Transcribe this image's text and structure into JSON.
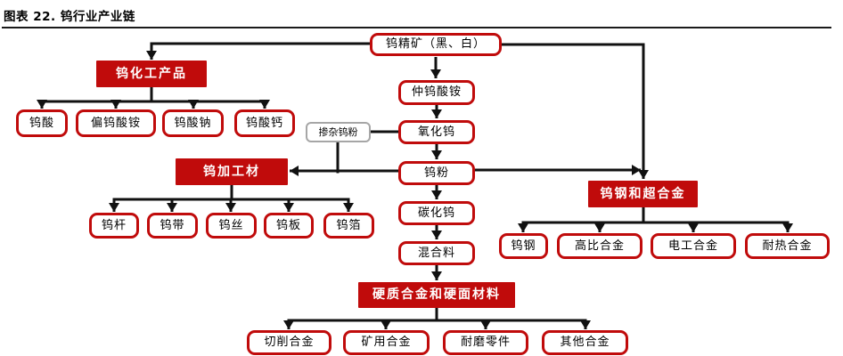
{
  "title": "图表 22. 钨行业产业链",
  "colors": {
    "red": "#c00b0b",
    "gray": "#a6a6a6",
    "line": "#111111"
  },
  "flow": {
    "root": "钨精矿（黑、白）",
    "chain": [
      "仲钨酸铵",
      "氧化钨",
      "钨粉",
      "碳化钨",
      "混合料"
    ],
    "doped_note": "掺杂钨粉",
    "groups": {
      "chemical": {
        "header": "钨化工产品",
        "children": [
          "钨酸",
          "偏钨酸铵",
          "钨酸钠",
          "钨酸钙"
        ]
      },
      "processed": {
        "header": "钨加工材",
        "children": [
          "钨杆",
          "钨带",
          "钨丝",
          "钨板",
          "钨箔"
        ]
      },
      "steel": {
        "header": "钨钢和超合金",
        "children": [
          "钨钢",
          "高比合金",
          "电工合金",
          "耐热合金"
        ]
      },
      "hard": {
        "header": "硬质合金和硬面材料",
        "children": [
          "切削合金",
          "矿用合金",
          "耐磨零件",
          "其他合金"
        ]
      }
    }
  }
}
